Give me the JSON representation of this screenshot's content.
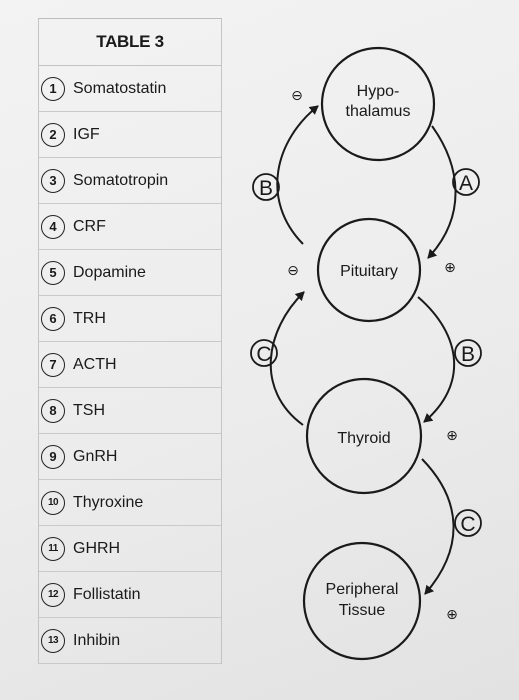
{
  "table": {
    "title": "TABLE 3",
    "rows": [
      {
        "num": "1",
        "label": "Somatostatin"
      },
      {
        "num": "2",
        "label": "IGF"
      },
      {
        "num": "3",
        "label": "Somatotropin"
      },
      {
        "num": "4",
        "label": "CRF"
      },
      {
        "num": "5",
        "label": "Dopamine"
      },
      {
        "num": "6",
        "label": "TRH"
      },
      {
        "num": "7",
        "label": "ACTH"
      },
      {
        "num": "8",
        "label": "TSH"
      },
      {
        "num": "9",
        "label": "GnRH"
      },
      {
        "num": "10",
        "label": "Thyroxine"
      },
      {
        "num": "11",
        "label": "GHRH"
      },
      {
        "num": "12",
        "label": "Follistatin"
      },
      {
        "num": "13",
        "label": "Inhibin"
      }
    ]
  },
  "diagram": {
    "nodes": {
      "hypothalamus": {
        "line1": "Hypo-",
        "line2": "thalamus"
      },
      "pituitary": {
        "label": "Pituitary"
      },
      "thyroid": {
        "label": "Thyroid"
      },
      "peripheral": {
        "line1": "Peripheral",
        "line2": "Tissue"
      }
    },
    "arrow_labels": {
      "a": "A",
      "b_left": "B",
      "b_right": "B",
      "c_left": "C",
      "c_right": "C"
    },
    "signs": {
      "minus": "⊖",
      "plus": "⊕"
    }
  }
}
